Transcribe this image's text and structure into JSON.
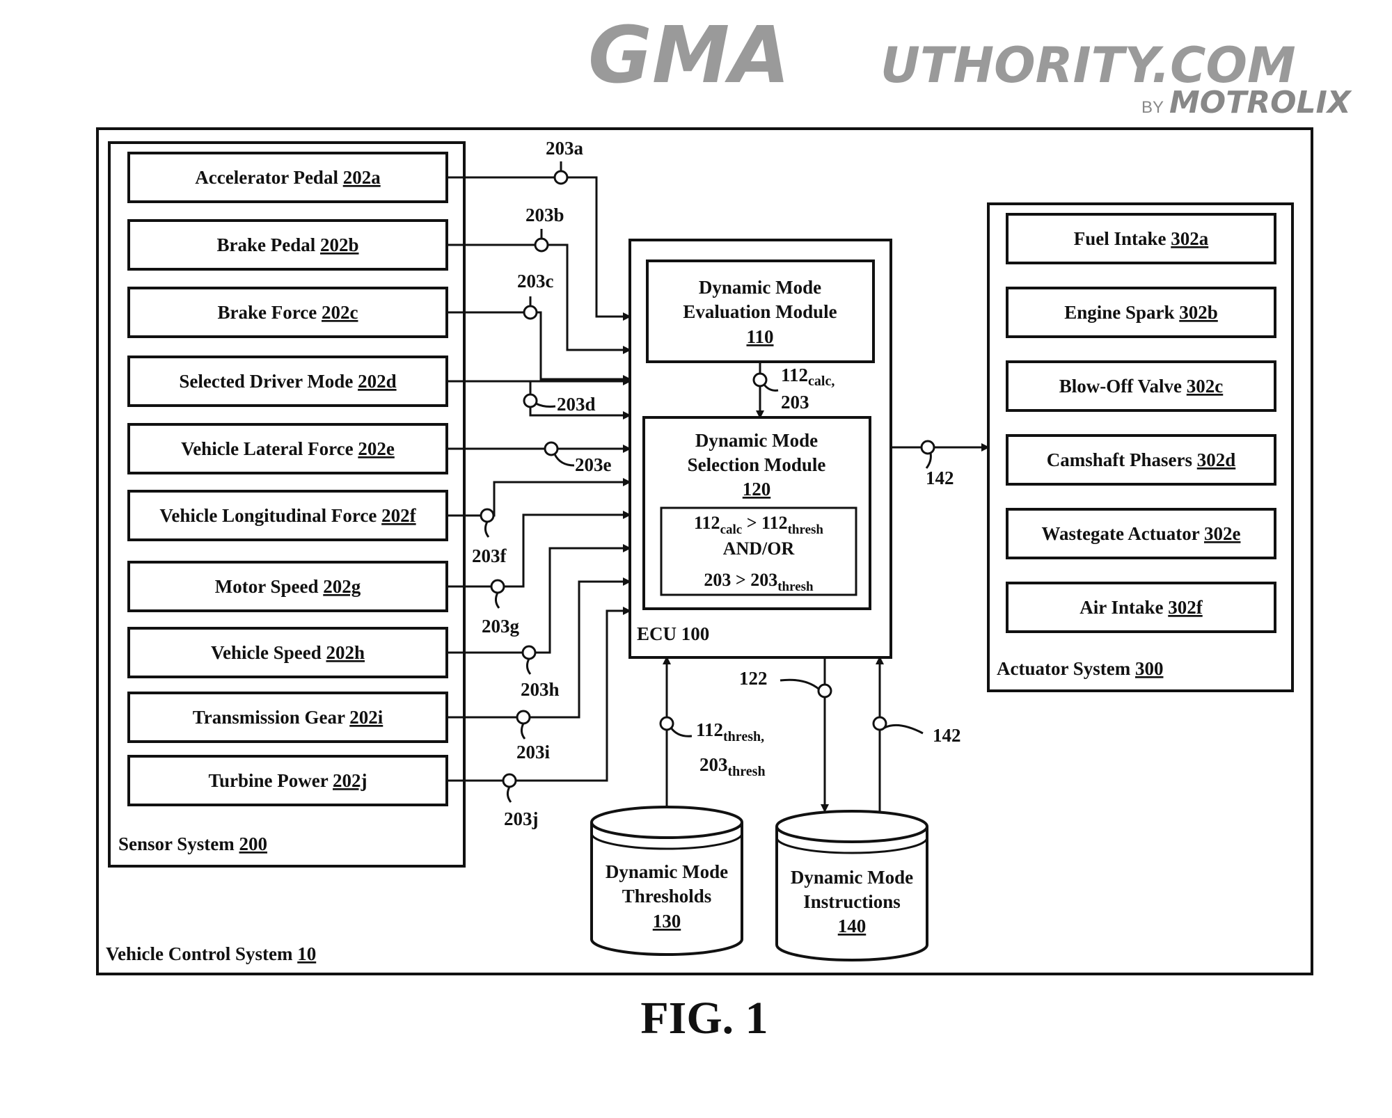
{
  "watermark": {
    "brand_big": "GMA",
    "brand_rest": "UTHORITY.COM",
    "by": "BY",
    "partner": "MOTROLIX"
  },
  "figure": {
    "caption": "FIG. 1",
    "vehicle_system": {
      "label": "Vehicle Control System ",
      "ref": "10"
    },
    "sensor_system": {
      "label": "Sensor System ",
      "ref": "200",
      "sensors": [
        {
          "label": "Accelerator Pedal ",
          "ref": "202a",
          "signal": "203a"
        },
        {
          "label": "Brake Pedal ",
          "ref": "202b",
          "signal": "203b"
        },
        {
          "label": "Brake Force ",
          "ref": "202c",
          "signal": "203c"
        },
        {
          "label": "Selected Driver Mode ",
          "ref": "202d",
          "signal": "203d"
        },
        {
          "label": "Vehicle Lateral Force ",
          "ref": "202e",
          "signal": "203e"
        },
        {
          "label": "Vehicle Longitudinal Force ",
          "ref": "202f",
          "signal": "203f"
        },
        {
          "label": "Motor Speed ",
          "ref": "202g",
          "signal": "203g"
        },
        {
          "label": "Vehicle Speed ",
          "ref": "202h",
          "signal": "203h"
        },
        {
          "label": "Transmission Gear ",
          "ref": "202i",
          "signal": "203i"
        },
        {
          "label": "Turbine Power ",
          "ref": "202j",
          "signal": "203j"
        }
      ]
    },
    "ecu": {
      "label": "ECU 100",
      "evaluation_module": {
        "line1": "Dynamic Mode",
        "line2": "Evaluation Module",
        "ref": "110"
      },
      "selection_module": {
        "line1": "Dynamic Mode",
        "line2": "Selection Module",
        "ref": "120"
      },
      "condition": {
        "a_base": "112",
        "a_sub": "calc",
        "op1": " > 112",
        "a_thresh_sub": "thresh",
        "join": "AND/OR",
        "b_base": "203 > 203",
        "b_sub": "thresh"
      },
      "link_label": {
        "base": "112",
        "sub": "calc,",
        "second": "203"
      }
    },
    "output_signal": "142",
    "actuator_system": {
      "label": "Actuator System ",
      "ref": "300",
      "actuators": [
        {
          "label": "Fuel Intake ",
          "ref": "302a"
        },
        {
          "label": "Engine Spark ",
          "ref": "302b"
        },
        {
          "label": "Blow-Off Valve ",
          "ref": "302c"
        },
        {
          "label": "Camshaft Phasers ",
          "ref": "302d"
        },
        {
          "label": "Wastegate Actuator ",
          "ref": "302e"
        },
        {
          "label": "Air Intake ",
          "ref": "302f"
        }
      ]
    },
    "thresholds_db": {
      "line1": "Dynamic Mode",
      "line2": "Thresholds",
      "ref": "130",
      "link_base1": "112",
      "link_sub1": "thresh,",
      "link_base2": "203",
      "link_sub2": "thresh"
    },
    "instructions_db": {
      "line1": "Dynamic Mode",
      "line2": "Instructions",
      "ref": "140",
      "link_out": "122",
      "link_in": "142"
    }
  }
}
